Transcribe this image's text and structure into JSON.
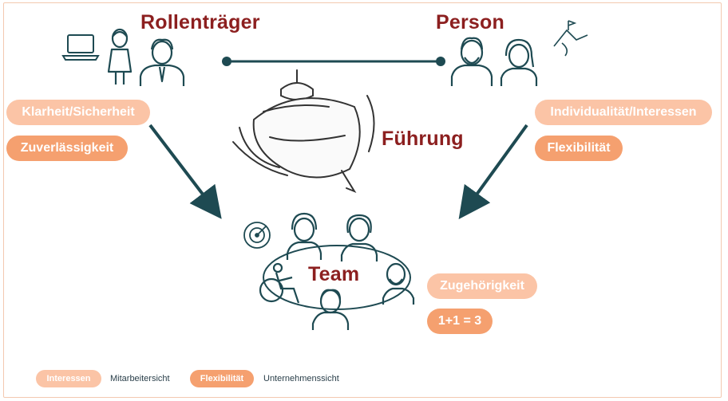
{
  "titles": {
    "role_holder": "Rollenträger",
    "person": "Person",
    "leadership": "Führung",
    "team": "Team"
  },
  "left_pills": [
    "Klarheit/Sicherheit",
    "Zuverlässigkeit"
  ],
  "right_pills": [
    "Individualität/Interessen",
    "Flexibilität"
  ],
  "team_pills": [
    "Zugehörigkeit",
    "1+1 = 3"
  ],
  "legend": {
    "employee_pill": "Interessen",
    "employee_label": "Mitarbeitersicht",
    "company_pill": "Flexibilität",
    "company_label": "Unternehmenssicht"
  },
  "colors": {
    "title": "#8c1f1f",
    "connector": "#1e4a52",
    "pill_light": "#fbc4a6",
    "pill_dark": "#f5a06f",
    "icon_stroke": "#1e4a52"
  }
}
